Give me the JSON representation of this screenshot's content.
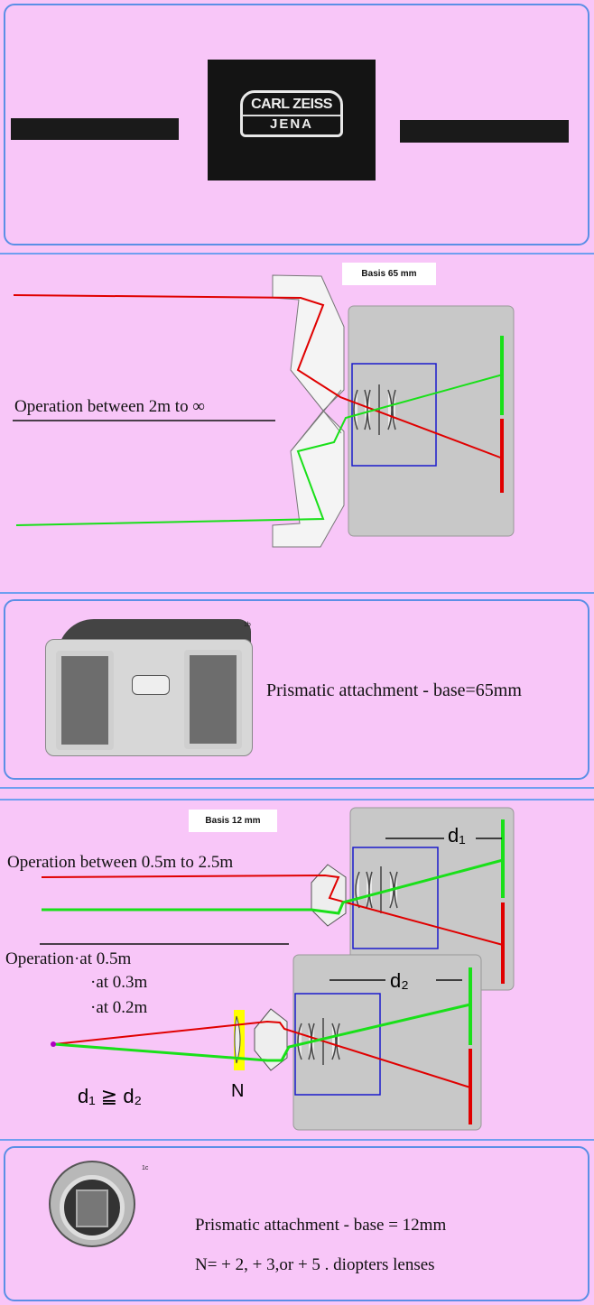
{
  "logo": {
    "line1": "CARL ZEISS",
    "line2": "JENA"
  },
  "section1": {
    "basis_label": "Basis 65 mm",
    "operation_text": "Operation between  2m to ∞"
  },
  "section2": {
    "photo_caption": "Prismatic attachment - base=65mm",
    "photo_tag": "1b"
  },
  "section3": {
    "basis_label": "Basis 12 mm",
    "operation_text": "Operation between 0.5m to 2.5m",
    "op_at_1": "Operation·at 0.5m",
    "op_at_2": "·at 0.3m",
    "op_at_3": "·at 0.2m",
    "d1_label": "d₁",
    "d2_label": "d₂",
    "n_label": "N",
    "relation": "d₁ ≧ d₂"
  },
  "section4": {
    "photo_tag": "1c",
    "caption1": "Prismatic attachment - base = 12mm",
    "caption2": "N= + 2,  + 3,or + 5 . diopters  lenses"
  },
  "colors": {
    "background": "#f8c6f8",
    "border": "#5b8fe6",
    "red_ray": "#e00000",
    "green_ray": "#19e019",
    "camera_gray": "#c8c8c8",
    "lens_box": "#0000cc",
    "n_lens": "#ffff00"
  }
}
